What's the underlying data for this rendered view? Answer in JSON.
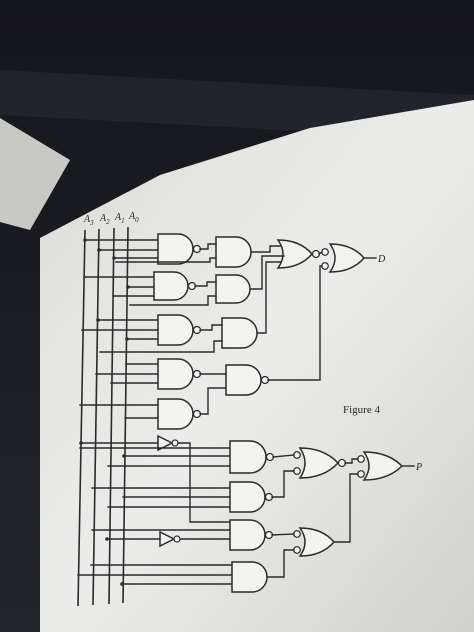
{
  "inputs": [
    {
      "letter": "A",
      "sub": "3"
    },
    {
      "letter": "A",
      "sub": "2"
    },
    {
      "letter": "A",
      "sub": "1"
    },
    {
      "letter": "A",
      "sub": "0"
    }
  ],
  "outputs": {
    "d": "D",
    "p": "P"
  },
  "caption": "Figure 4"
}
